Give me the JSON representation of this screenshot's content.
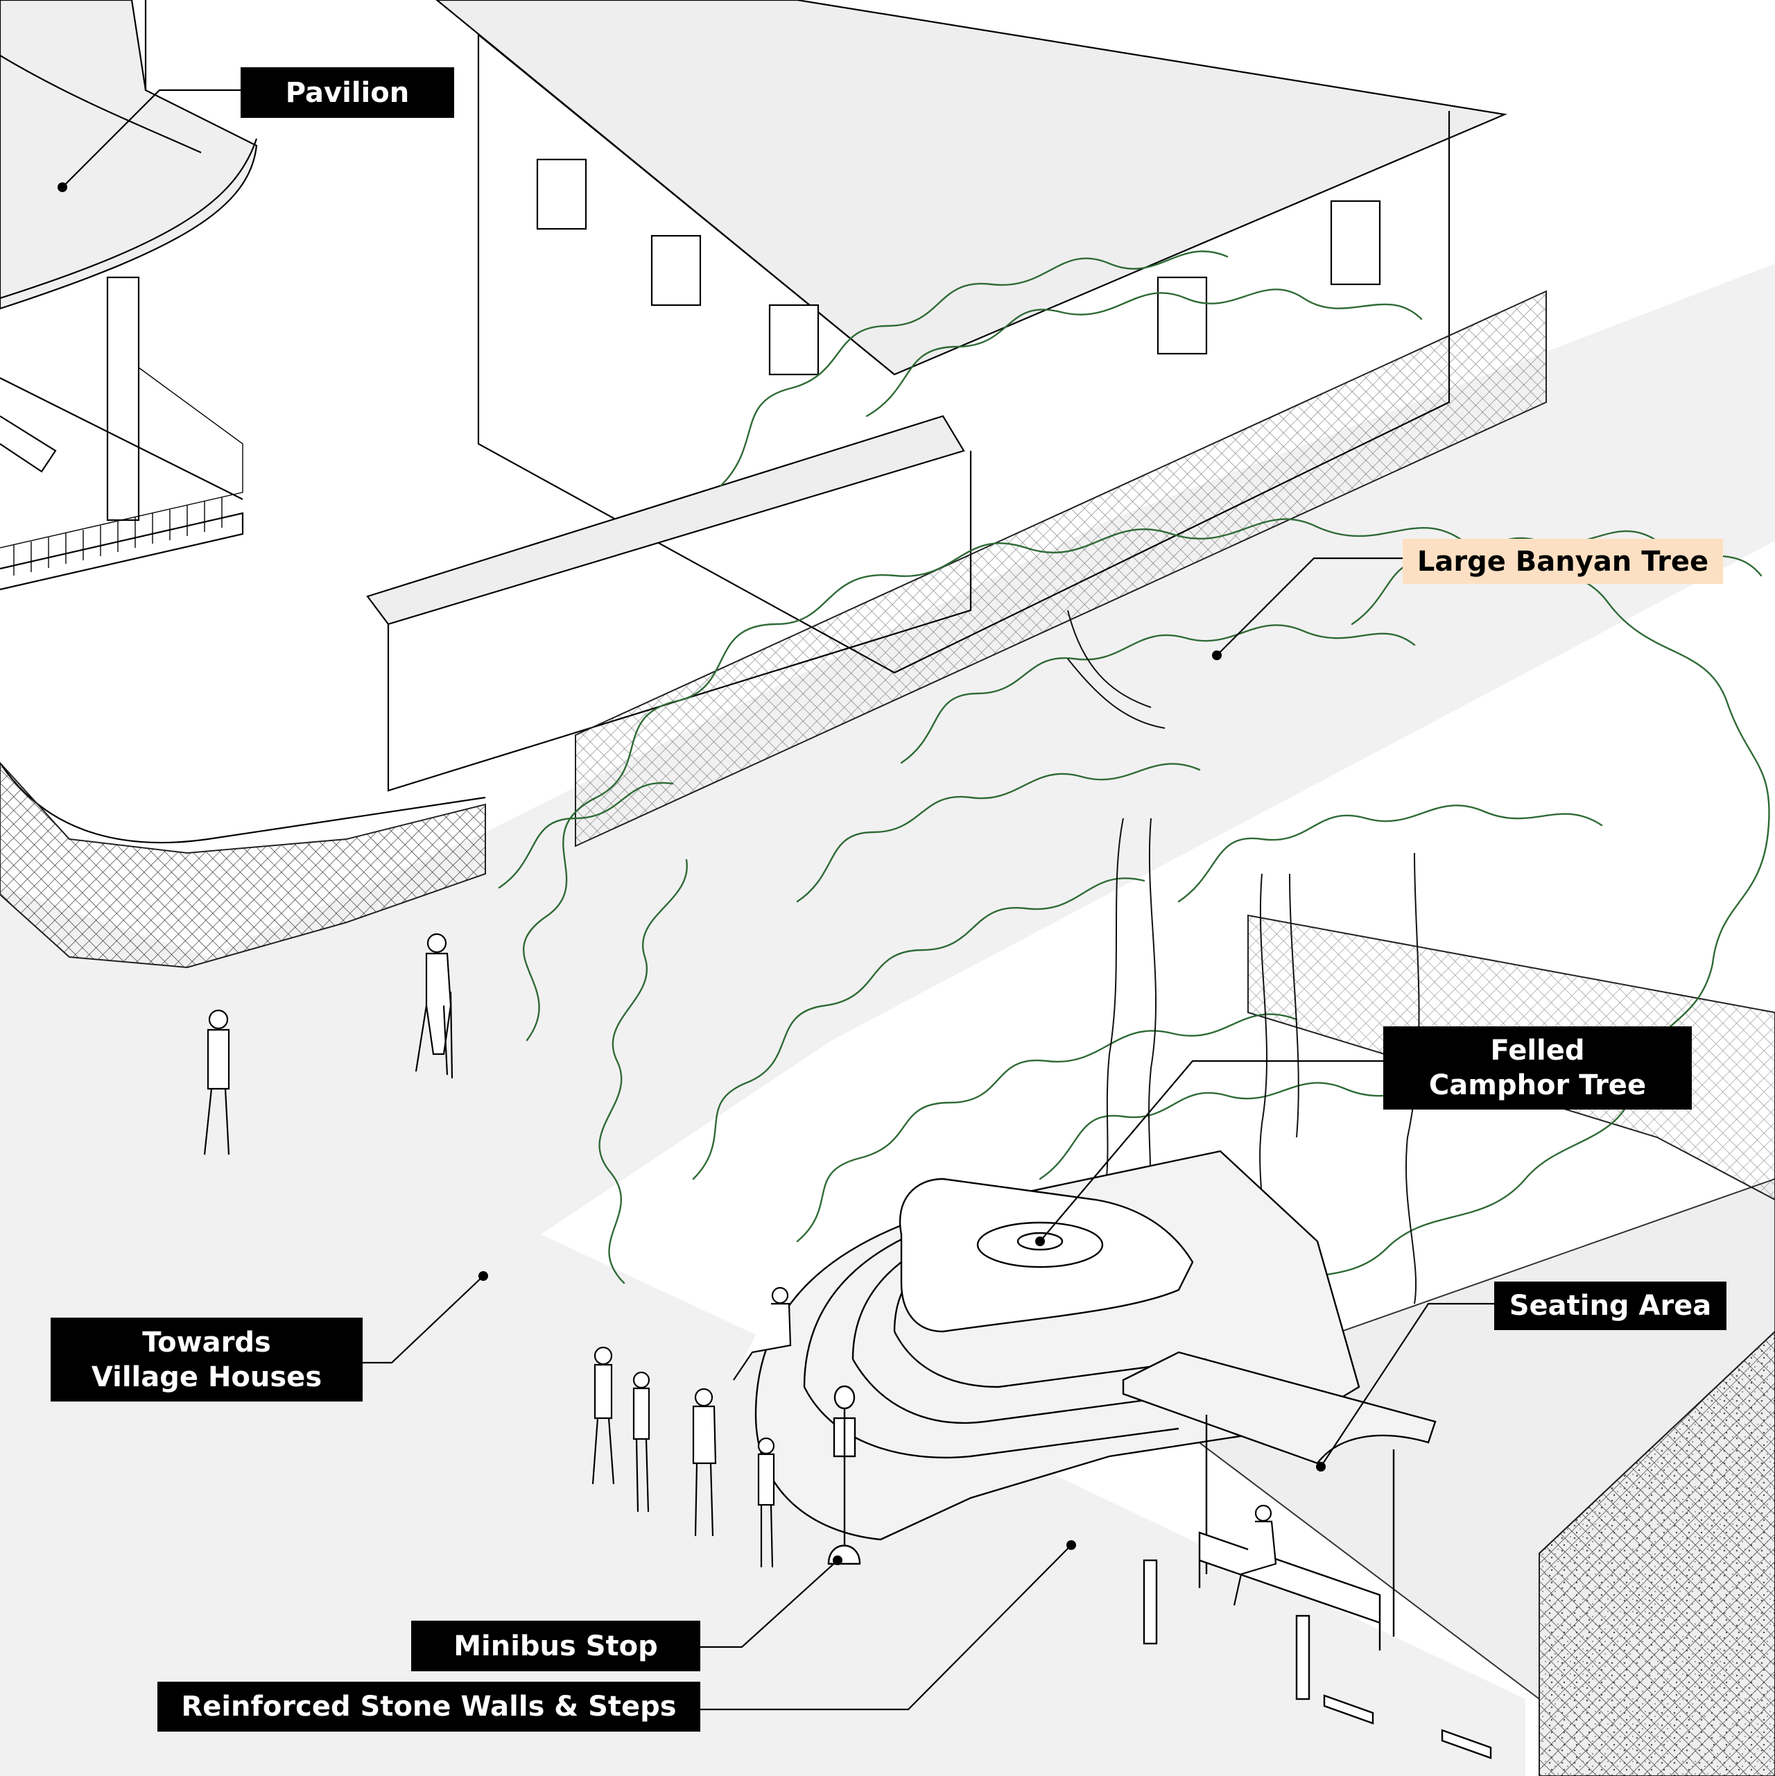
{
  "labels": {
    "pavilion": "Pavilion",
    "large_banyan_tree": "Large Banyan Tree",
    "felled_camphor_tree": "Felled\nCamphor Tree",
    "seating_area": "Seating Area",
    "towards_village_houses": "Towards\nVillage Houses",
    "minibus_stop": "Minibus Stop",
    "reinforced_walls": "Reinforced Stone Walls & Steps"
  },
  "colors": {
    "ink": "#000000",
    "foliage": "#2f6b35",
    "ground": "#f1f1f1",
    "highlight_label": "#fde0c3",
    "label_background": "#000000",
    "label_text": "#ffffff"
  },
  "icons": {
    "callout-dot": "filled circle",
    "pedestrian": "line-drawn human figure"
  }
}
